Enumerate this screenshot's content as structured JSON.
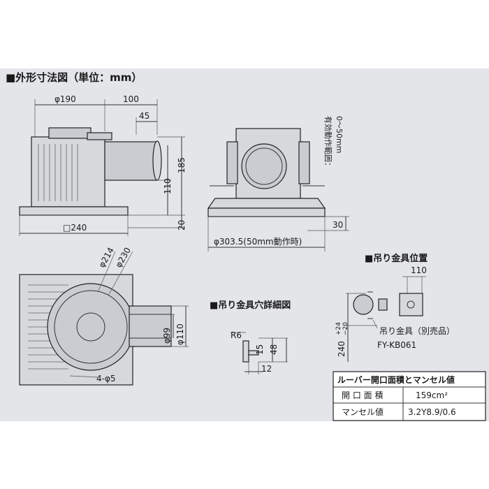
{
  "main_title": "■外形寸法図（単位：mm）",
  "front_view": {
    "dim_190": "φ190",
    "dim_100": "100",
    "dim_45": "45",
    "dim_185": "185",
    "dim_110": "110",
    "dim_20": "20",
    "dim_240": "□240"
  },
  "side_view": {
    "range_label": "有効動作範囲：",
    "range_value": "0〜50mm",
    "dim_30": "30",
    "dim_303": "φ303.5(50mm動作時)"
  },
  "top_view": {
    "dim_214": "φ214",
    "dim_230": "φ230",
    "dim_99": "φ99",
    "dim_110": "φ110",
    "dim_holes": "4-φ5"
  },
  "hanger_detail": {
    "title": "■吊り金具穴詳細図",
    "r6": "R6",
    "dim_15": "15",
    "dim_48": "48",
    "dim_12": "12"
  },
  "hanger_position": {
    "title": "■吊り金具位置",
    "dim_110": "110",
    "dim_240": "240",
    "tol_plus": "+24",
    "tol_minus": "−20",
    "part_label": "吊り金具（別売品）",
    "part_number": "FY-KB061"
  },
  "louver_table": {
    "header": "ルーバー開口面積とマンセル値",
    "rows": [
      {
        "label": "開 口 面 積",
        "value": "159cm²"
      },
      {
        "label": "マンセル値",
        "value": "3.2Y8.9/0.6"
      }
    ]
  }
}
